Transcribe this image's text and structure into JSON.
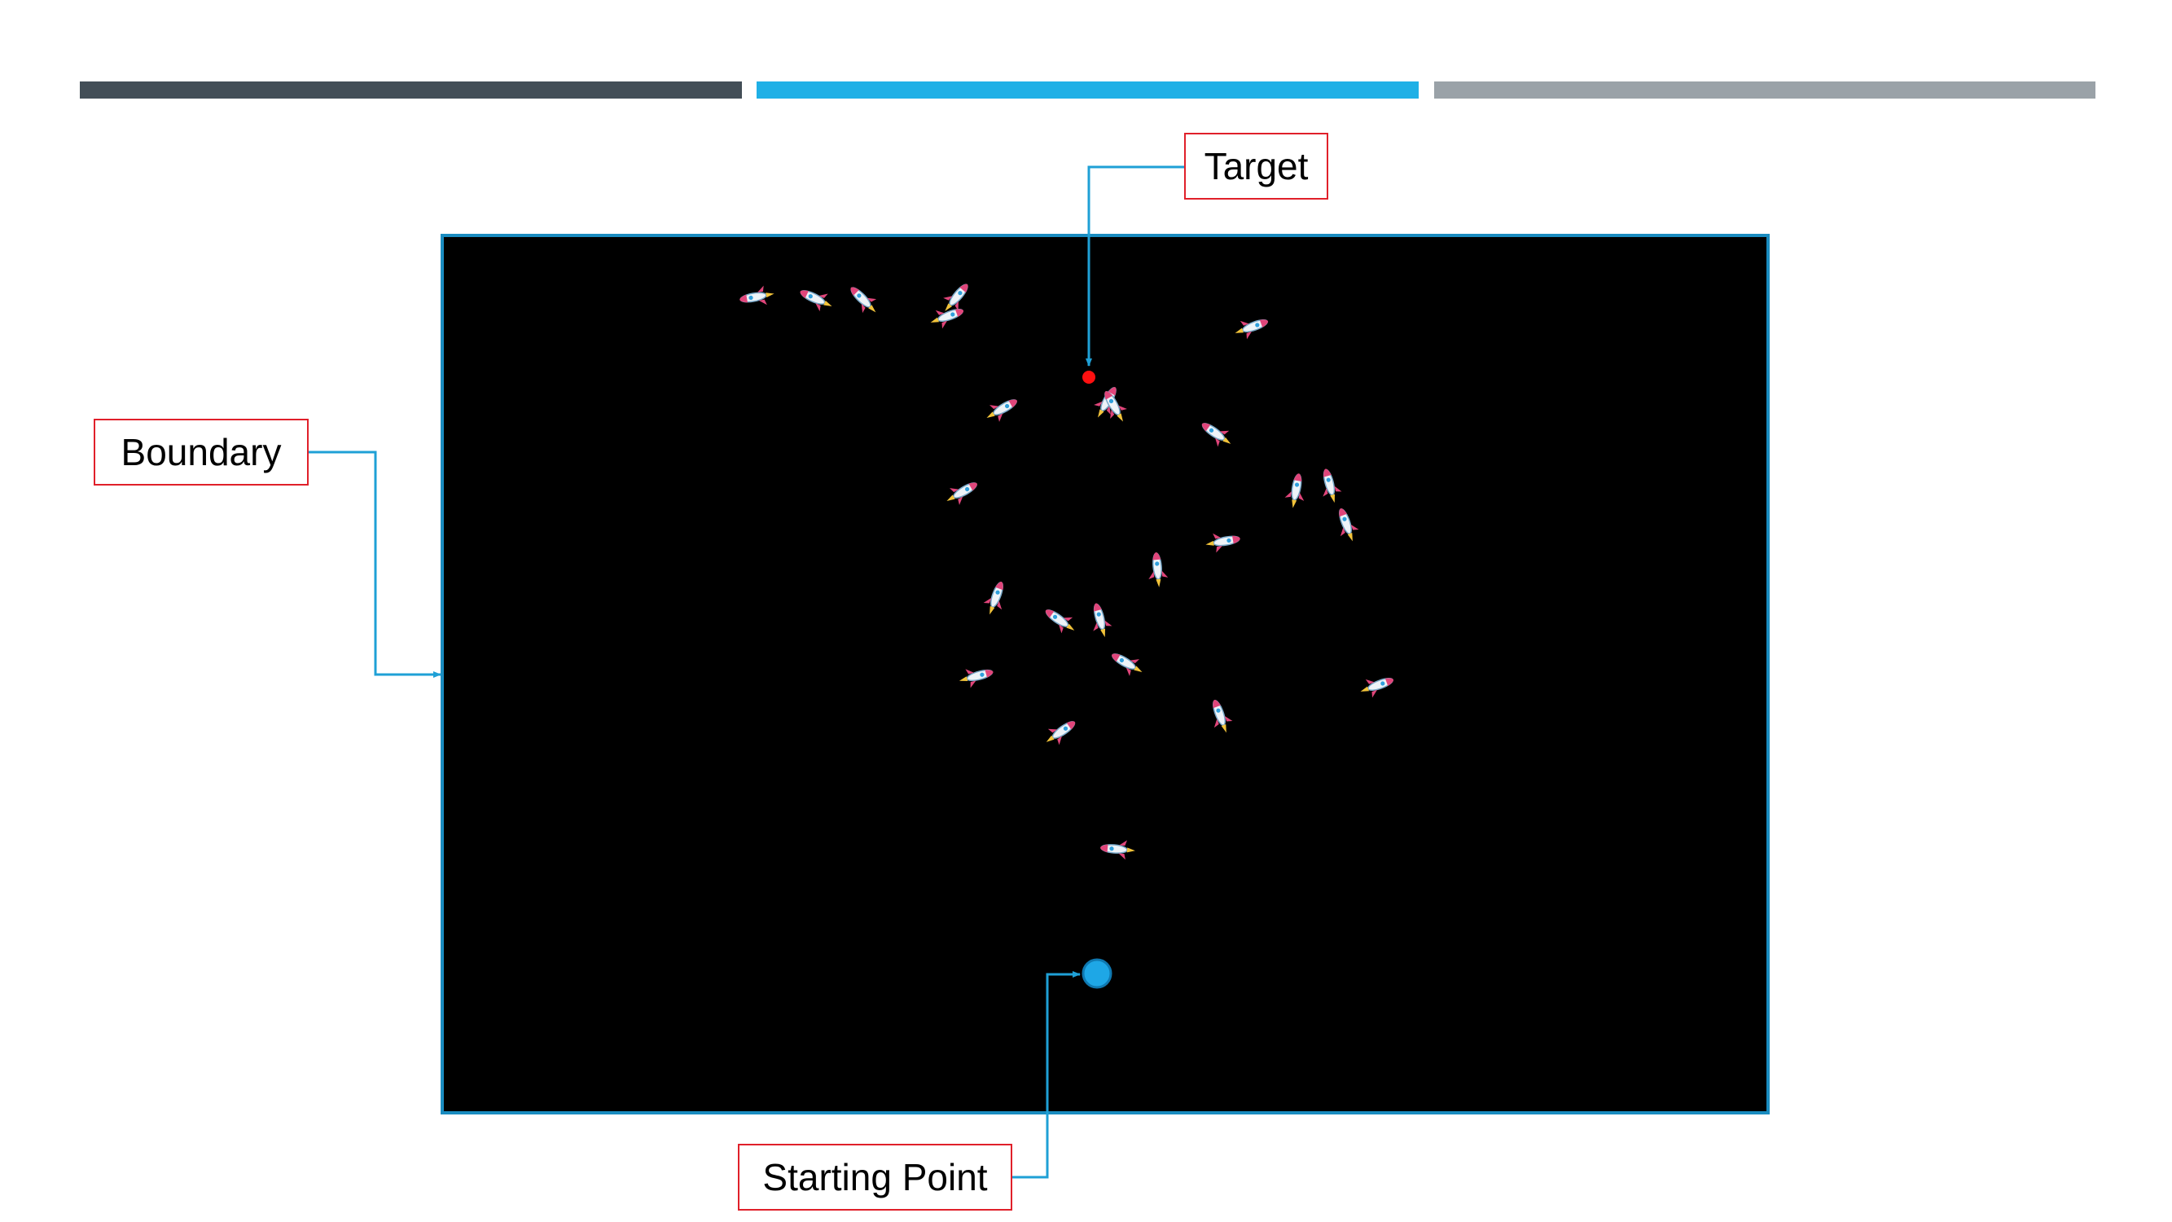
{
  "header": {
    "accent_colors": [
      "#434e57",
      "#1fb0e6",
      "#9aa2a8"
    ]
  },
  "labels": {
    "target": "Target",
    "boundary": "Boundary",
    "starting_point": "Starting Point"
  },
  "colors": {
    "arena": "#000000",
    "connector": "#1fa0d6",
    "callout_border": "#e0202a",
    "target_dot": "#ff1010",
    "start_dot": "#1ea7e6"
  },
  "icons": {
    "agent": "rocket-icon",
    "target": "target-dot",
    "start": "start-dot"
  },
  "rocket_count": 26
}
